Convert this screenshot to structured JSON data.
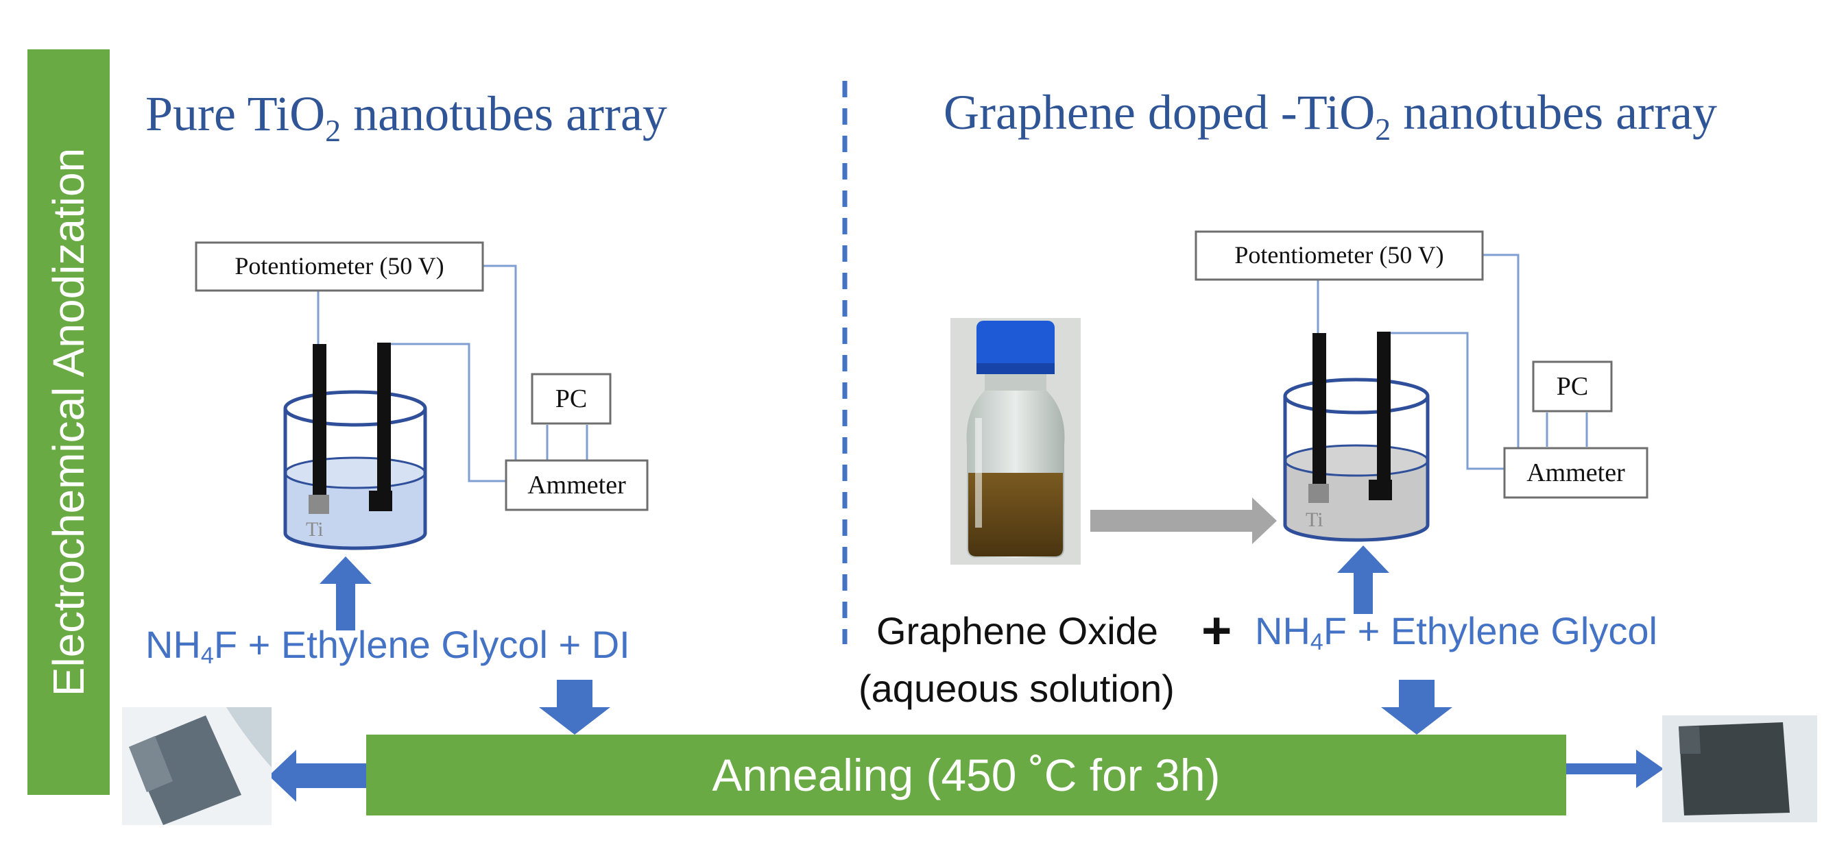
{
  "sidebar": {
    "label": "Electrochemical Anodization"
  },
  "left_panel": {
    "title_pre": "Pure TiO",
    "title_sub": "2",
    "title_post": " nanotubes array",
    "potentiometer": "Potentiometer (50 V)",
    "pc": "PC",
    "ammeter": "Ammeter",
    "electrode": "Ti",
    "reagents": {
      "nh": "NH",
      "sub": "4",
      "rest": "F + Ethylene Glycol + DI"
    }
  },
  "right_panel": {
    "title_pre": "Graphene doped -TiO",
    "title_sub": "2",
    "title_post": " nanotubes array",
    "potentiometer": "Potentiometer (50 V)",
    "pc": "PC",
    "ammeter": "Ammeter",
    "electrode": "Ti",
    "go_line1": "Graphene Oxide",
    "go_line2": "(aqueous solution)",
    "plus": "+",
    "reagents": {
      "nh": "NH",
      "sub": "4",
      "rest": "F + Ethylene Glycol"
    }
  },
  "annealing": {
    "label": "Annealing (450 ˚C for 3h)"
  },
  "colors": {
    "green": "#6aaa45",
    "title_blue": "#2f5597",
    "reagent_blue": "#4472c4",
    "arrow_blue": "#4472c4",
    "solution_blue": "#c5d5ef",
    "solution_grey": "#c8c8c8"
  }
}
